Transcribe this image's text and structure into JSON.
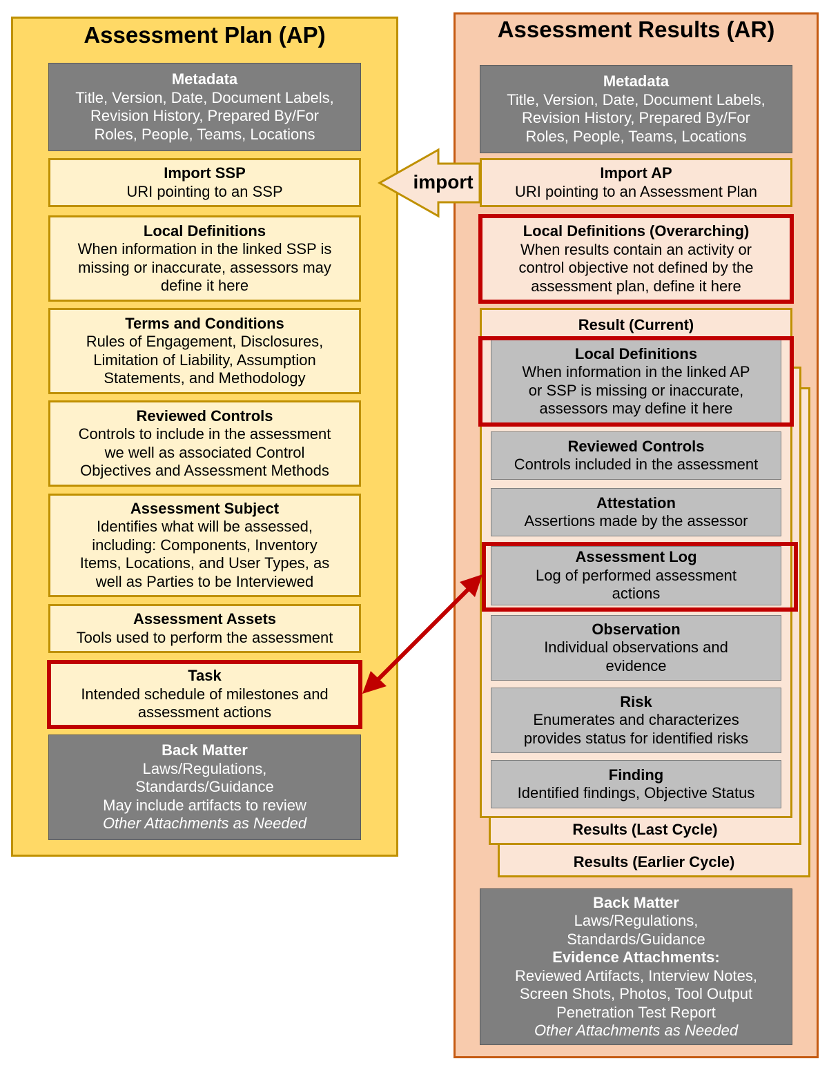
{
  "colors": {
    "ap_panel": "#ffd966",
    "ar_panel": "#f8cbad",
    "gray_box": "#7f7f7f",
    "cream_box": "#fff2cc",
    "peach_box": "#fbe5d6",
    "light_gray_box": "#bfbfbf",
    "highlight_red": "#c00000"
  },
  "ap": {
    "title": "Assessment Plan (AP)",
    "metadata": {
      "title": "Metadata",
      "lines": [
        "Title, Version, Date, Document Labels,",
        "Revision History, Prepared By/For",
        "Roles, People, Teams, Locations"
      ]
    },
    "import_ssp": {
      "title": "Import SSP",
      "lines": [
        "URI pointing to an SSP"
      ]
    },
    "local_definitions": {
      "title": "Local Definitions",
      "lines": [
        "When information in the linked SSP is",
        "missing or inaccurate, assessors may",
        "define it here"
      ]
    },
    "terms": {
      "title": "Terms and Conditions",
      "lines": [
        "Rules of Engagement, Disclosures,",
        "Limitation of Liability, Assumption",
        "Statements, and Methodology"
      ]
    },
    "reviewed_controls": {
      "title": "Reviewed Controls",
      "lines": [
        "Controls to include in the assessment",
        "we well as associated Control",
        "Objectives and Assessment Methods"
      ]
    },
    "subject": {
      "title": "Assessment Subject",
      "lines": [
        "Identifies what will be assessed,",
        "including: Components, Inventory",
        "Items, Locations, and User Types, as",
        "well as Parties to be Interviewed"
      ]
    },
    "assets": {
      "title": "Assessment Assets",
      "lines": [
        "Tools used to perform the assessment"
      ]
    },
    "task": {
      "title": "Task",
      "lines": [
        "Intended schedule of milestones and",
        "assessment actions"
      ]
    },
    "back_matter": {
      "title": "Back Matter",
      "lines": [
        "Laws/Regulations,",
        "Standards/Guidance",
        "May include artifacts to review"
      ],
      "italic": "Other Attachments as Needed"
    }
  },
  "import_arrow": {
    "label": "import"
  },
  "ar": {
    "title": "Assessment Results (AR)",
    "metadata": {
      "title": "Metadata",
      "lines": [
        "Title, Version, Date, Document Labels,",
        "Revision History, Prepared By/For",
        "Roles, People, Teams, Locations"
      ]
    },
    "import_ap": {
      "title": "Import AP",
      "lines": [
        "URI pointing to an Assessment Plan"
      ]
    },
    "local_definitions_overarching": {
      "title": "Local Definitions (Overarching)",
      "lines": [
        "When results contain an activity or",
        "control objective not defined by the",
        "assessment plan, define it here"
      ]
    },
    "result_current": {
      "title": "Result (Current)",
      "local_definitions": {
        "title": "Local Definitions",
        "lines": [
          "When information in the linked AP",
          "or SSP is missing or inaccurate,",
          "assessors may define it here"
        ]
      },
      "reviewed_controls": {
        "title": "Reviewed Controls",
        "lines": [
          "Controls included in the assessment"
        ]
      },
      "attestation": {
        "title": "Attestation",
        "lines": [
          "Assertions made by the assessor"
        ]
      },
      "assessment_log": {
        "title": "Assessment Log",
        "lines": [
          "Log of performed assessment",
          "actions"
        ]
      },
      "observation": {
        "title": "Observation",
        "lines": [
          "Individual observations and",
          "evidence"
        ]
      },
      "risk": {
        "title": "Risk",
        "lines": [
          "Enumerates and characterizes",
          "provides status for identified risks"
        ]
      },
      "finding": {
        "title": "Finding",
        "lines": [
          "Identified findings, Objective Status"
        ]
      }
    },
    "results_last_cycle": "Results (Last Cycle)",
    "results_earlier_cycle": "Results (Earlier Cycle)",
    "back_matter": {
      "title": "Back Matter",
      "lines": [
        "Laws/Regulations,",
        "Standards/Guidance"
      ],
      "bold": "Evidence Attachments:",
      "lines2": [
        "Reviewed Artifacts, Interview Notes,",
        "Screen Shots, Photos, Tool Output",
        "Penetration Test Report"
      ],
      "italic": "Other Attachments as Needed"
    }
  }
}
